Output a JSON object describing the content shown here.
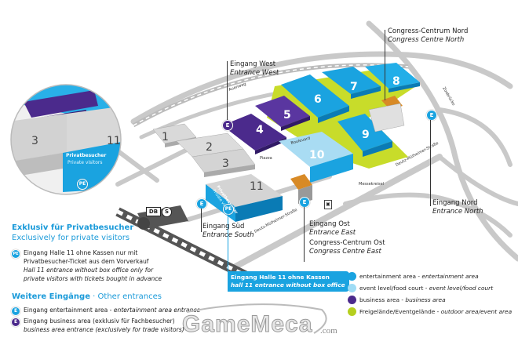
{
  "map": {
    "halls": {
      "h1": "1",
      "h2": "2",
      "h3": "3",
      "h4": "4",
      "h5": "5",
      "h6": "6",
      "h7": "7",
      "h8": "8",
      "h9": "9",
      "h10": "10",
      "h11": "11"
    },
    "hall11_sign": {
      "de": "Privatbesucher",
      "en": "Private visitors"
    },
    "streets": {
      "auenweg": "Auenweg",
      "boulevard": "Boulevard",
      "piazza": "Piazza",
      "zoobruecke": "Zoobrücke",
      "deutz_north": "Deutz-Mülheimer-Straße",
      "deutz_south": "Deutz-Mülheimer-Straße",
      "messekreisel": "Messekreisel"
    },
    "transit": {
      "db": "DB",
      "sbahn": "S"
    },
    "badges": {
      "e": "E",
      "pe": "PE"
    },
    "labels": {
      "west": {
        "de": "Eingang West",
        "en": "Entrance West"
      },
      "congress_north": {
        "de": "Congress-Centrum Nord",
        "en": "Congress Centre North"
      },
      "north": {
        "de": "Eingang Nord",
        "en": "Entrance North"
      },
      "east": {
        "de": "Eingang Ost",
        "en": "Entrance East"
      },
      "congress_east": {
        "de": "Congress-Centrum Ost",
        "en": "Congress Centre East"
      },
      "south": {
        "de": "Eingang Süd",
        "en": "Entrance South"
      }
    },
    "inset": {
      "hall_left": "3",
      "hall_right": "11",
      "sign_de": "Privatbesucher",
      "sign_en": "Private visitors",
      "badge": "PE"
    },
    "callout": {
      "de": "Eingang Halle 11 ohne Kassen",
      "en": "hall 11 entrance without box office"
    }
  },
  "legend_private": {
    "title": "Exklusiv für Privatbesucher",
    "subtitle": "Exclusively for private visitors",
    "badge": "PE",
    "line1": "Eingang Halle 11 ohne Kassen nur mit",
    "line2": "Privatbesucher-Ticket aus dem Vorverkauf",
    "line3": "Hall 11 entrance without box office only for",
    "line4": "private visitors with tickets bought in advance"
  },
  "legend_other": {
    "title": "Weitere Eingänge",
    "title_sep": " · ",
    "title_en": "Other entrances",
    "items": [
      {
        "badge": "E",
        "de": "Eingang entertainment area - ",
        "en": "entertainment area entrance"
      },
      {
        "badge": "E",
        "de": "Eingang business area (exklusiv für Fachbesucher)",
        "en": "business area entrance (exclusively for trade visitors)"
      }
    ]
  },
  "legend_areas": {
    "items": [
      {
        "de": "entertainment area - ",
        "en": "entertainment area",
        "color": "#1aa3e0"
      },
      {
        "de": "event level/food court - ",
        "en": "event level/food court",
        "color": "#9fdcf5"
      },
      {
        "de": "business area - ",
        "en": "business area",
        "color": "#4b2a8c"
      },
      {
        "de": "Freigelände/Eventgelände - ",
        "en": "outdoor area/event area",
        "color": "#b5cf1f"
      }
    ]
  },
  "watermark": {
    "brand": "GameMeca",
    "suffix": ".com"
  },
  "colors": {
    "entertainment": "#1aa3e0",
    "event_level": "#9fdcf5",
    "business": "#4b2a8c",
    "outdoor": "#c8dc2a",
    "congress": "#d88a26",
    "accent_text": "#1a9ad9"
  }
}
